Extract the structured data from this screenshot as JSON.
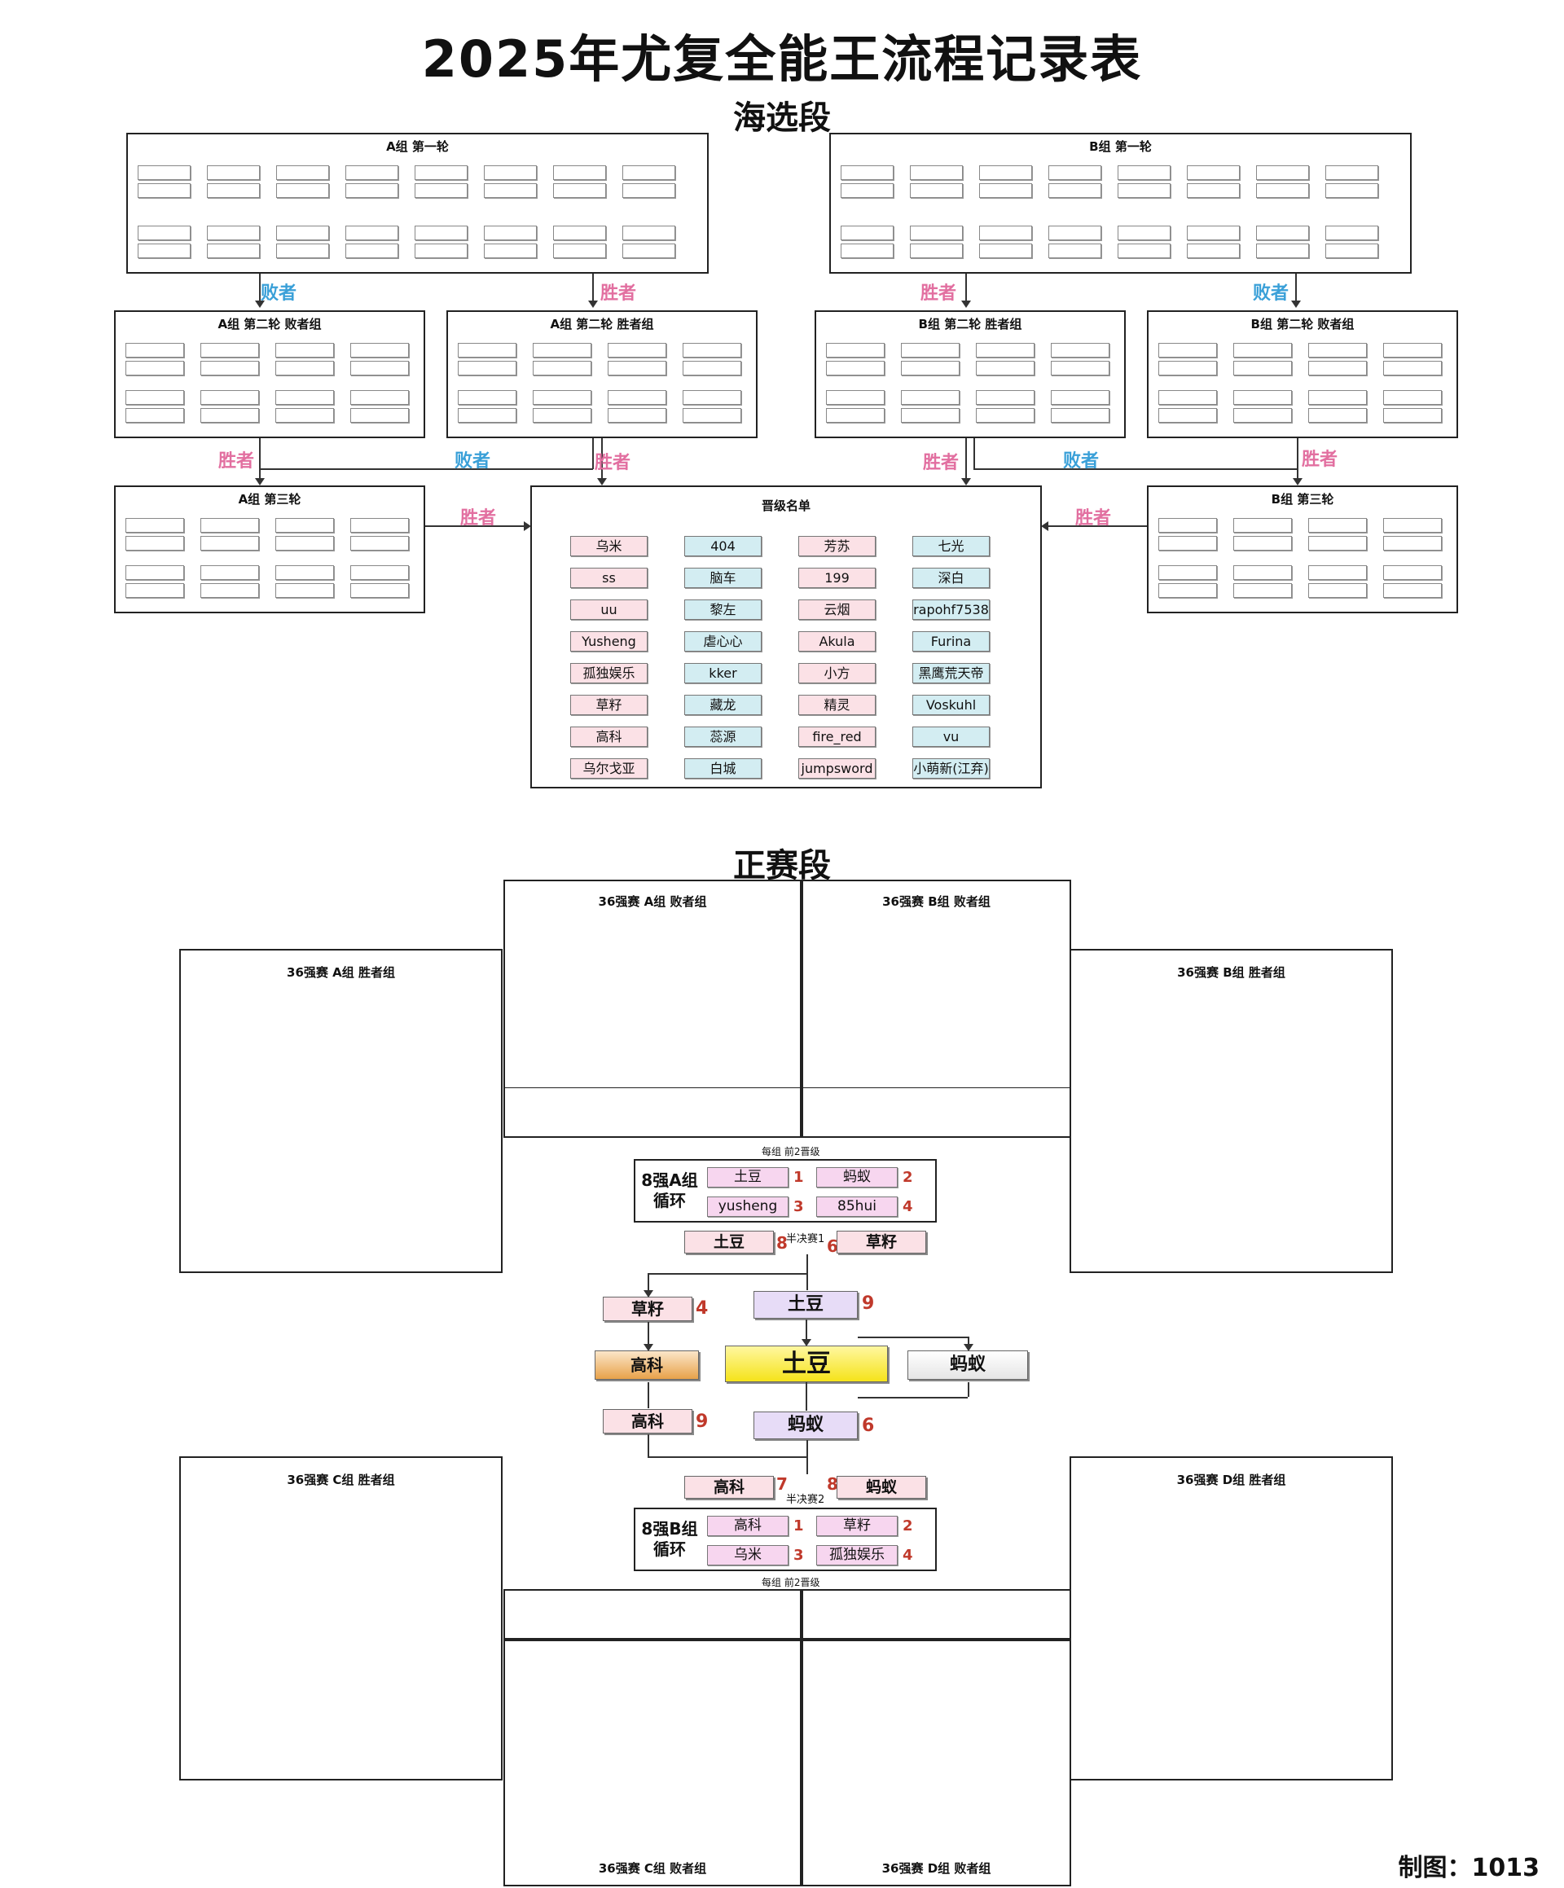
{
  "title": "2025年尤复全能王流程记录表",
  "sections": {
    "qualifier": "海选段",
    "main": "正赛段"
  },
  "labels": {
    "winner": "胜者",
    "loser": "败者"
  },
  "qualifier_panels": {
    "a_r1": "A组 第一轮",
    "b_r1": "B组 第一轮",
    "a_r2_losers": "A组 第二轮 败者组",
    "a_r2_winners": "A组 第二轮 胜者组",
    "b_r2_winners": "B组 第二轮 胜者组",
    "b_r2_losers": "B组 第二轮 败者组",
    "a_r3": "A组 第三轮",
    "b_r3": "B组 第三轮",
    "promotion": "晋级名单"
  },
  "promotion_list": [
    "乌米",
    "404",
    "芳苏",
    "七光",
    "ss",
    "脑车",
    "199",
    "深白",
    "uu",
    "黎左",
    "云烟",
    "rapohf7538",
    "Yusheng",
    "虐心心",
    "Akula",
    "Furina",
    "孤独娱乐",
    "kker",
    "小方",
    "黑鹰荒天帝",
    "草籽",
    "藏龙",
    "精灵",
    "Voskuhl",
    "高科",
    "蕊源",
    "fire_red",
    "vu",
    "乌尔戈亚",
    "白城",
    "jumpsword",
    "小萌新(江弃)"
  ],
  "main_panels": {
    "a_losers": "36强赛 A组 败者组",
    "b_losers": "36强赛 B组 败者组",
    "a_winners": "36强赛 A组 胜者组",
    "b_winners": "36强赛 B组 胜者组",
    "c_winners": "36强赛 C组 胜者组",
    "d_winners": "36强赛 D组 胜者组",
    "c_losers": "36强赛 C组 败者组",
    "d_losers": "36强赛 D组 败者组"
  },
  "rr8a": {
    "title": "8强A组 循环",
    "players": [
      {
        "name": "土豆",
        "rank": "1"
      },
      {
        "name": "蚂蚁",
        "rank": "2"
      },
      {
        "name": "yusheng",
        "rank": "3"
      },
      {
        "name": "85hui",
        "rank": "4"
      }
    ],
    "note": "每组 前2晋级"
  },
  "rr8b": {
    "title": "8强B组 循环",
    "players": [
      {
        "name": "高科",
        "rank": "1"
      },
      {
        "name": "草籽",
        "rank": "2"
      },
      {
        "name": "乌米",
        "rank": "3"
      },
      {
        "name": "孤独娱乐",
        "rank": "4"
      }
    ],
    "note": "每组 前2晋级"
  },
  "semis": {
    "semi1": {
      "label": "半决赛1",
      "p1": "土豆",
      "s1": "8",
      "p2": "草籽",
      "s2": "6"
    },
    "semi2": {
      "label": "半决赛2",
      "p1": "高科",
      "s1": "7",
      "p2": "蚂蚁",
      "s2": "8"
    }
  },
  "finals": {
    "upper_left": {
      "name": "草籽",
      "score": "4"
    },
    "upper_right": {
      "name": "土豆",
      "score": "9"
    },
    "lower_left": {
      "name": "高科",
      "score": "9"
    },
    "lower_right": {
      "name": "蚂蚁",
      "score": "6"
    },
    "third": "高科",
    "champion": "土豆",
    "second": "蚂蚁"
  },
  "credit": "制图：1013",
  "colors": {
    "pink": "#fbe1e6",
    "blue": "#d3edf2",
    "gold": "#f5e31a",
    "bronze": "#e8a24a",
    "winner_label": "#e26fa0",
    "loser_label": "#3aa0d8",
    "rank": "#c0392b"
  }
}
